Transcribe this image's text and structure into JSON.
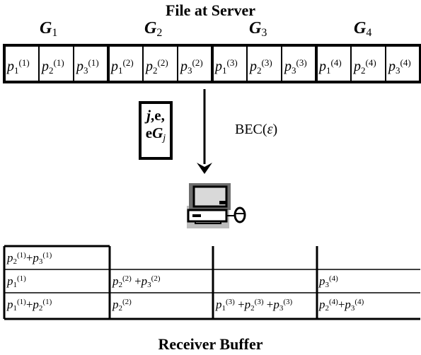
{
  "server": {
    "title": "File at Server",
    "groups": [
      {
        "name": "G",
        "sub": "1"
      },
      {
        "name": "G",
        "sub": "2"
      },
      {
        "name": "G",
        "sub": "3"
      },
      {
        "name": "G",
        "sub": "4"
      }
    ],
    "packets": [
      {
        "sub": "1",
        "sup": "(1)"
      },
      {
        "sub": "2",
        "sup": "(1)"
      },
      {
        "sub": "3",
        "sup": "(1)"
      },
      {
        "sub": "1",
        "sup": "(2)"
      },
      {
        "sub": "2",
        "sup": "(2)"
      },
      {
        "sub": "3",
        "sup": "(2)"
      },
      {
        "sub": "1",
        "sup": "(3)"
      },
      {
        "sub": "2",
        "sup": "(3)"
      },
      {
        "sub": "3",
        "sup": "(3)"
      },
      {
        "sub": "1",
        "sup": "(4)"
      },
      {
        "sub": "2",
        "sup": "(4)"
      },
      {
        "sub": "3",
        "sup": "(4)"
      }
    ]
  },
  "channel": {
    "side_line1_j": "j",
    "side_line1_rest": ",e,",
    "side_line2_e": "e",
    "side_line2_G": "G",
    "side_line2_sub": "j",
    "bec_label": "BEC(",
    "bec_epsilon": "ε",
    "bec_close": ")"
  },
  "receiver": {
    "title": "Receiver Buffer",
    "cells": {
      "r1c1": [
        {
          "sub": "2",
          "sup": "(1)"
        },
        {
          "op": "+"
        },
        {
          "sub": "3",
          "sup": "(1)"
        }
      ],
      "r2c1": [
        {
          "sub": "1",
          "sup": "(1)"
        }
      ],
      "r2c2": [
        {
          "sub": "2",
          "sup": "(2)"
        },
        {
          "op": " +"
        },
        {
          "sub": "3",
          "sup": "(2)"
        }
      ],
      "r2c4": [
        {
          "sub": "3",
          "sup": "(4)"
        }
      ],
      "r3c1": [
        {
          "sub": "1",
          "sup": "(1)"
        },
        {
          "op": "+"
        },
        {
          "sub": "2",
          "sup": "(1)"
        }
      ],
      "r3c2": [
        {
          "sub": "2",
          "sup": "(2)"
        }
      ],
      "r3c3": [
        {
          "sub": "1",
          "sup": "(3)"
        },
        {
          "op": " +"
        },
        {
          "sub": "2",
          "sup": "(3)"
        },
        {
          "op": " +"
        },
        {
          "sub": "3",
          "sup": "(3)"
        }
      ],
      "r3c4": [
        {
          "sub": "2",
          "sup": "(4)"
        },
        {
          "op": "+"
        },
        {
          "sub": "3",
          "sup": "(4)"
        }
      ]
    }
  }
}
